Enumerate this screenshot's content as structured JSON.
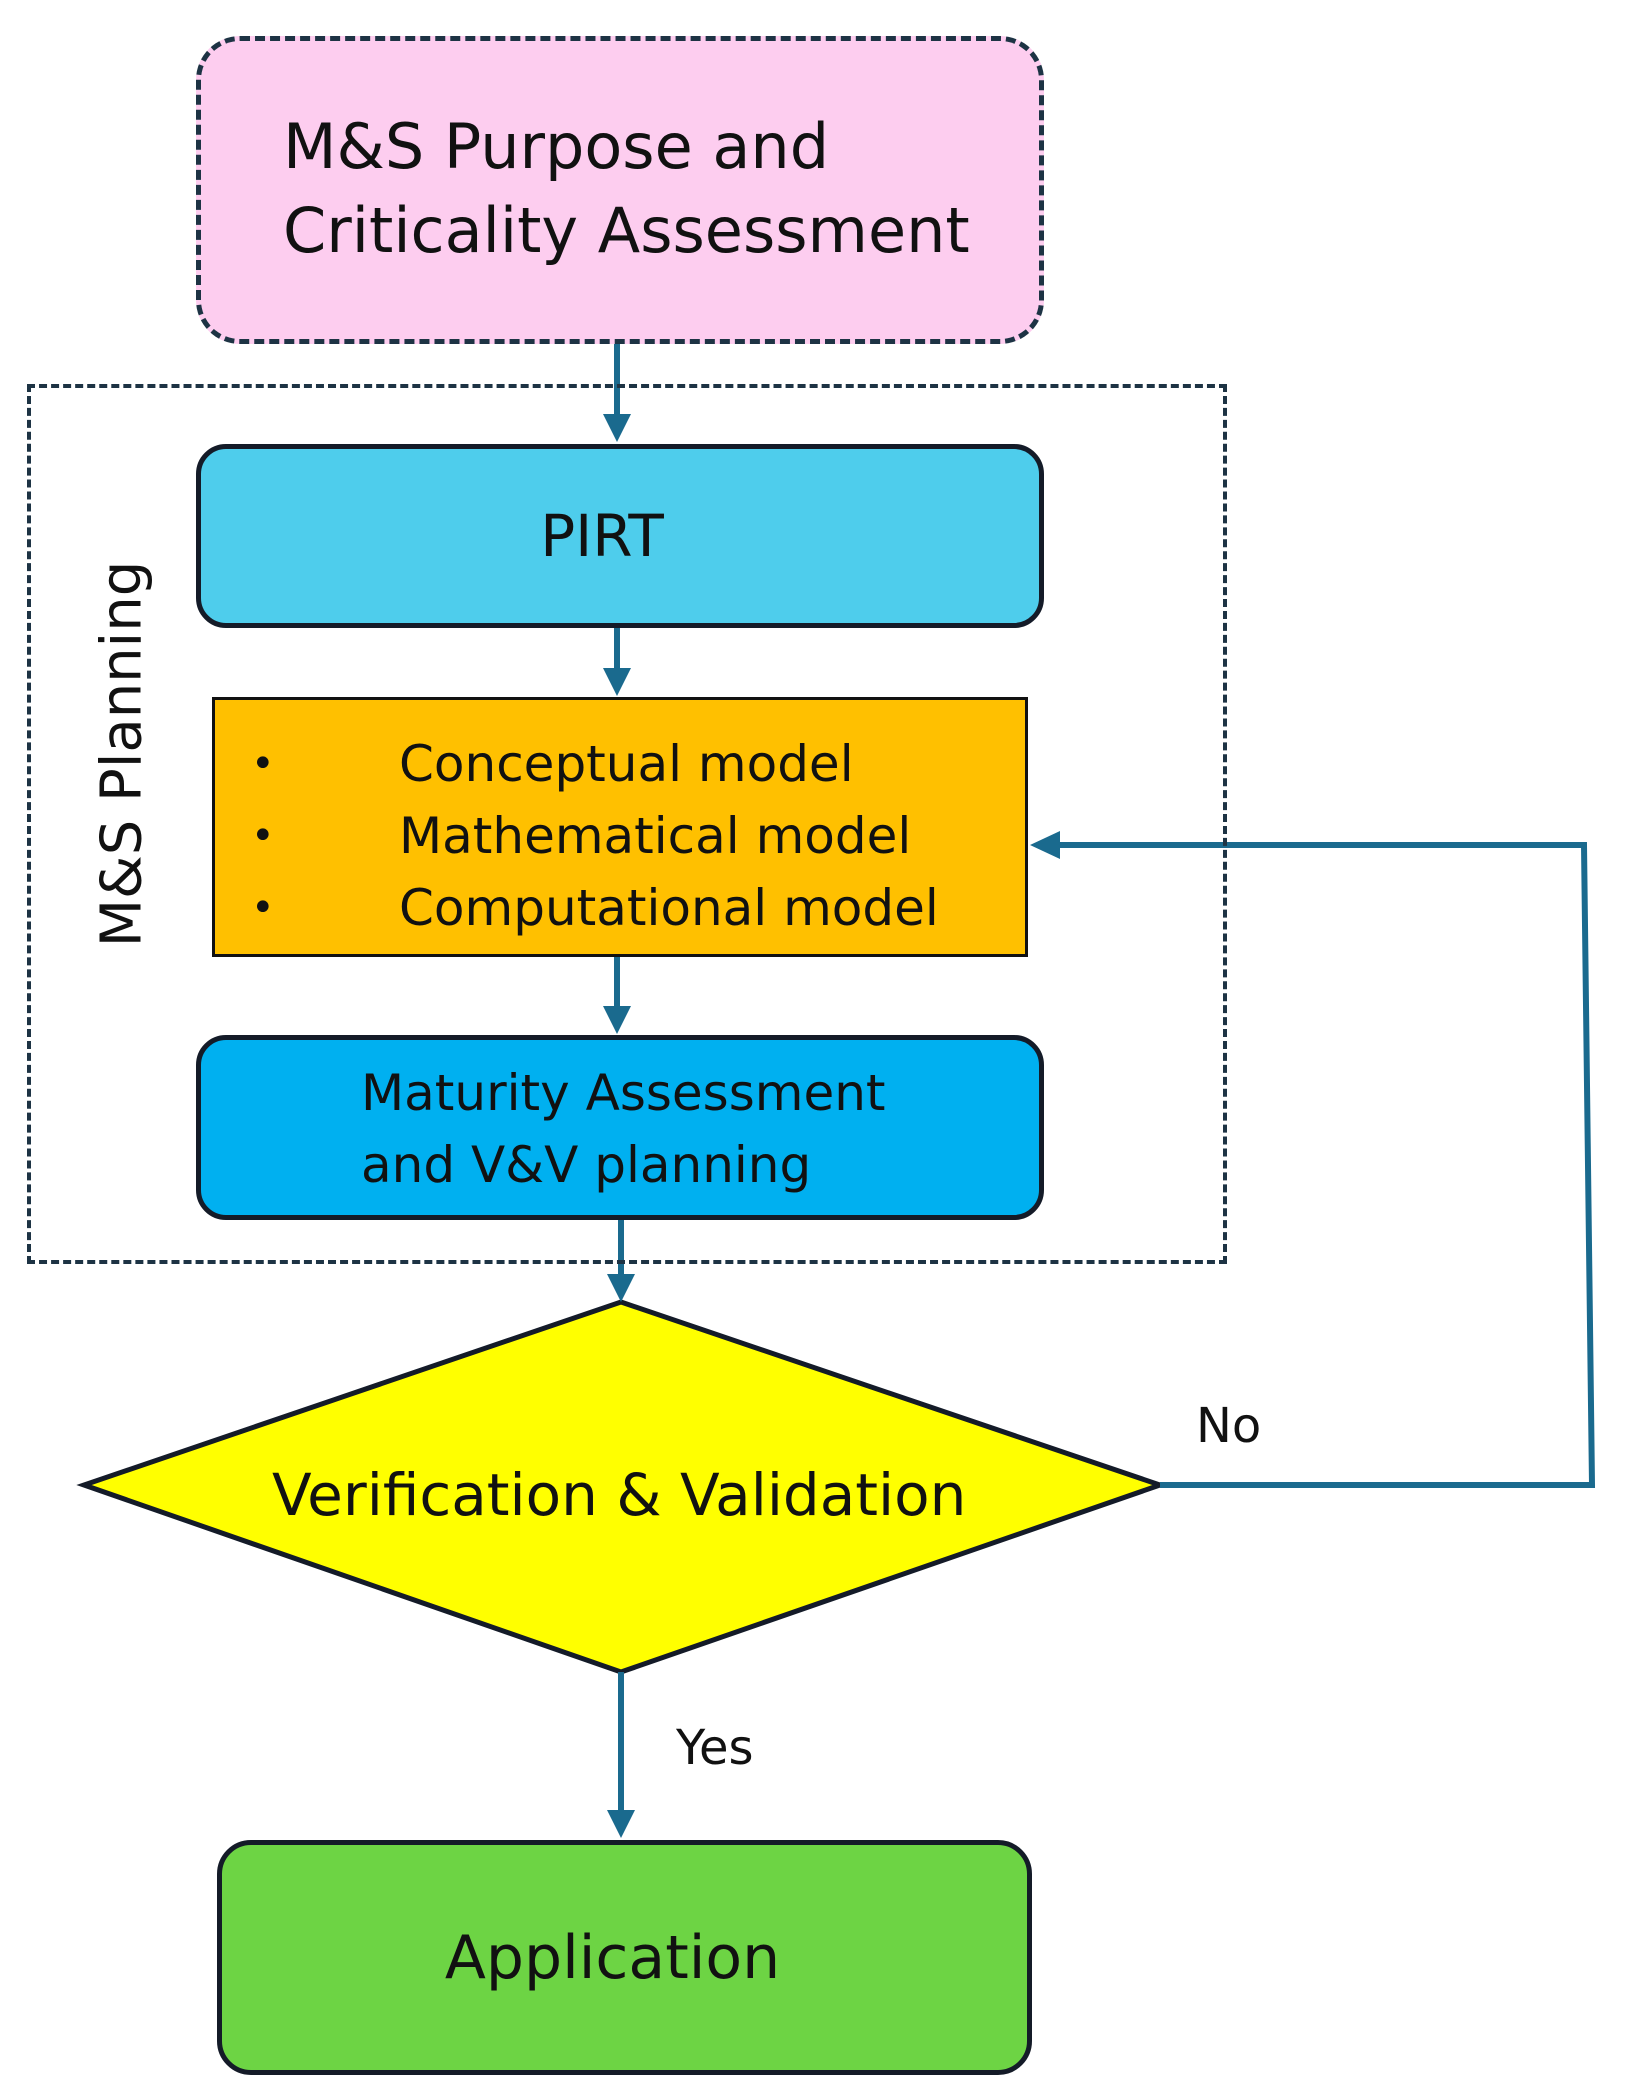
{
  "nodes": {
    "purpose": {
      "line1": "M&S Purpose and",
      "line2": "Criticality Assessment"
    },
    "planning_label": "M&S Planning",
    "pirt": "PIRT",
    "models": [
      "Conceptual model",
      "Mathematical model",
      "Computational model"
    ],
    "maturity": {
      "line1": "Maturity Assessment",
      "line2": "and V&V planning"
    },
    "decision": "Verification & Validation",
    "application": "Application"
  },
  "edges": {
    "no_label": "No",
    "yes_label": "Yes"
  },
  "colors": {
    "purpose_fill": "#fdcdef",
    "pirt_fill": "#4ecdec",
    "models_fill": "#ffc000",
    "maturity_fill": "#00b0f0",
    "decision_fill": "#ffff00",
    "application_fill": "#6dd444",
    "connector": "#1a6a8e"
  }
}
